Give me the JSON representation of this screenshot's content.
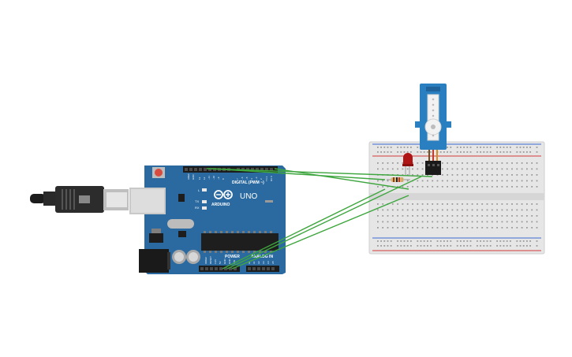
{
  "arduino": {
    "logo_text": "ARDUINO",
    "model_text": "UNO",
    "digital_label": "DIGITAL (PWM ~)",
    "power_label": "POWER",
    "analog_label": "ANALOG IN",
    "aref_label": "AREF",
    "gnd_label": "GND",
    "tx_label": "TX",
    "rx_label": "RX",
    "l_label": "L",
    "digital_pins": [
      "13",
      "12",
      "~11",
      "~10",
      "~9",
      "8",
      "7",
      "~6",
      "~5",
      "4",
      "~3",
      "2",
      "TX 1",
      "RX 0"
    ],
    "power_pins": [
      "IOREF",
      "RESET",
      "3.3V",
      "5V",
      "GND",
      "GND",
      "VIN"
    ],
    "analog_pins": [
      "A0",
      "A1",
      "A2",
      "A3",
      "A4",
      "A5"
    ],
    "board_color": "#2b6aa0"
  },
  "breadboard": {
    "rail_red": "#d23b3b",
    "rail_blue": "#3b6bd2"
  },
  "wire_color": "#3ea63e",
  "led_color": "#b01515",
  "servo_color": "#2a7fc1"
}
